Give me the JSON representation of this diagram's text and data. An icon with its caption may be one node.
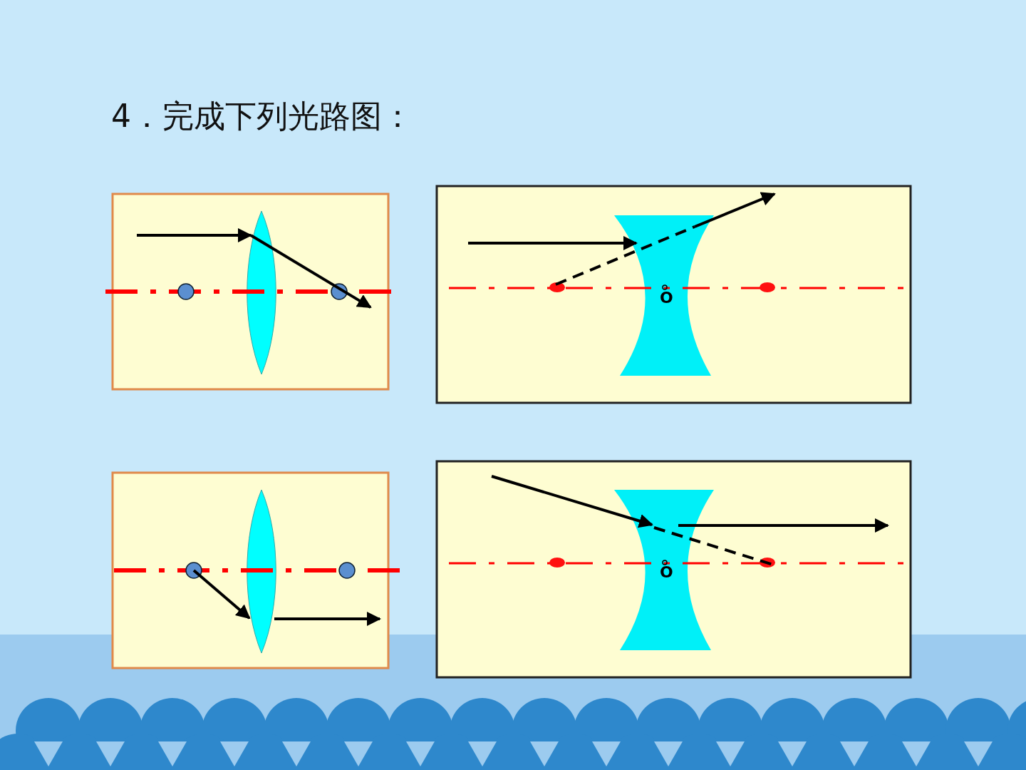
{
  "diagram": {
    "title": "4．完成下列光路图：",
    "labels": [
      "O",
      "O"
    ]
  }
}
